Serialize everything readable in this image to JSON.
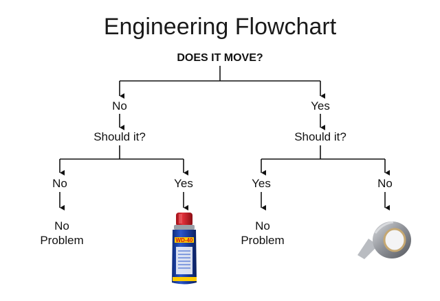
{
  "title": "Engineering Flowchart",
  "root_question": "DOES IT MOVE?",
  "branches": [
    {
      "answer": "No",
      "question": "Should it?",
      "leaves": [
        {
          "answer": "No",
          "result": "No\nProblem"
        },
        {
          "answer": "Yes",
          "result_image": "wd40-can",
          "result_label": "WD-40"
        }
      ]
    },
    {
      "answer": "Yes",
      "question": "Should it?",
      "leaves": [
        {
          "answer": "Yes",
          "result": "No\nProblem"
        },
        {
          "answer": "No",
          "result_image": "duct-tape-roll"
        }
      ]
    }
  ]
}
